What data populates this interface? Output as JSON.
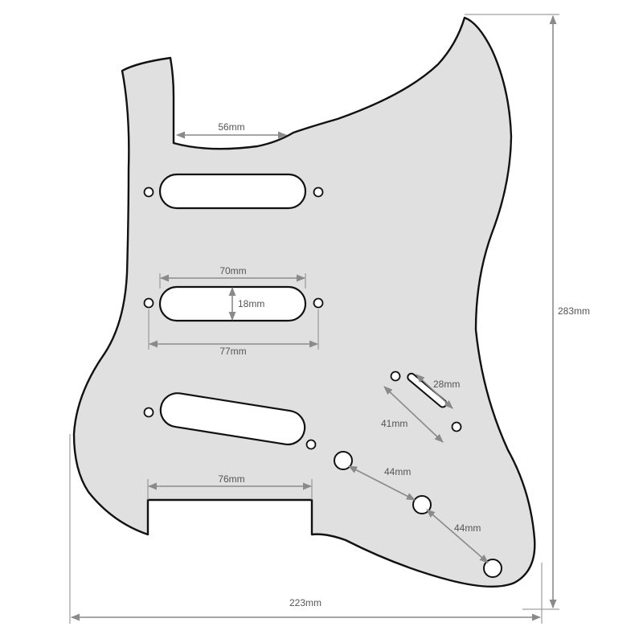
{
  "colors": {
    "pickguard_fill": "#e0e0e0",
    "outline": "#111111",
    "dimension": "#8a8a8a",
    "label": "#555555",
    "background": "#ffffff"
  },
  "dimensions": {
    "neck_pocket_width": "56mm",
    "pickup_length": "70mm",
    "pickup_height": "18mm",
    "pickup_screw_spacing": "77mm",
    "bridge_pocket_width": "76mm",
    "switch_slot_length": "28mm",
    "switch_screw_spacing": "41mm",
    "knob_spacing_1": "44mm",
    "knob_spacing_2": "44mm",
    "overall_height": "283mm",
    "overall_width": "223mm"
  }
}
